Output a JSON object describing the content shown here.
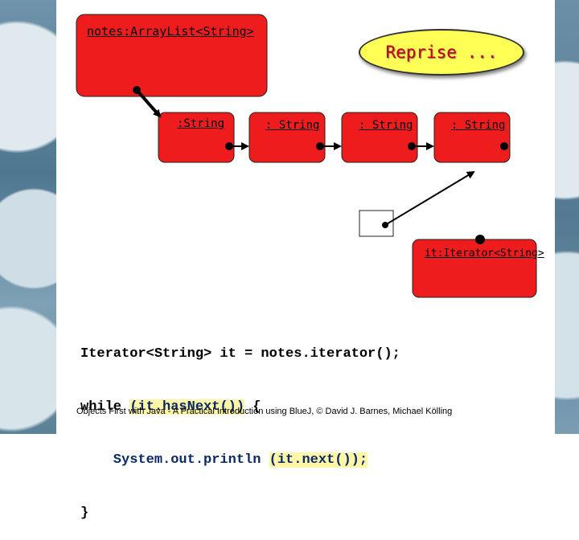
{
  "diagram": {
    "notes_label": "notes:ArrayList<String>",
    "string_labels": [
      ":String",
      ": String",
      ": String",
      ": String"
    ],
    "iterator_label": "it:Iterator<String>",
    "callout": "Reprise ...",
    "colors": {
      "object_fill": "#ee1c1c",
      "callout_fill": "#ffff55",
      "callout_text": "#cc0000"
    }
  },
  "code": {
    "line1": "Iterator<String> it = notes.iterator();",
    "line2_a": "while ",
    "line2_b": "(it.hasNext())",
    "line2_c": " {",
    "line3_a": "    System.out.println ",
    "line3_b": "(it.next());",
    "line4": "}"
  },
  "footer": "Objects First with Java - A Practical Introduction using BlueJ, © David J. Barnes, Michael Kölling"
}
